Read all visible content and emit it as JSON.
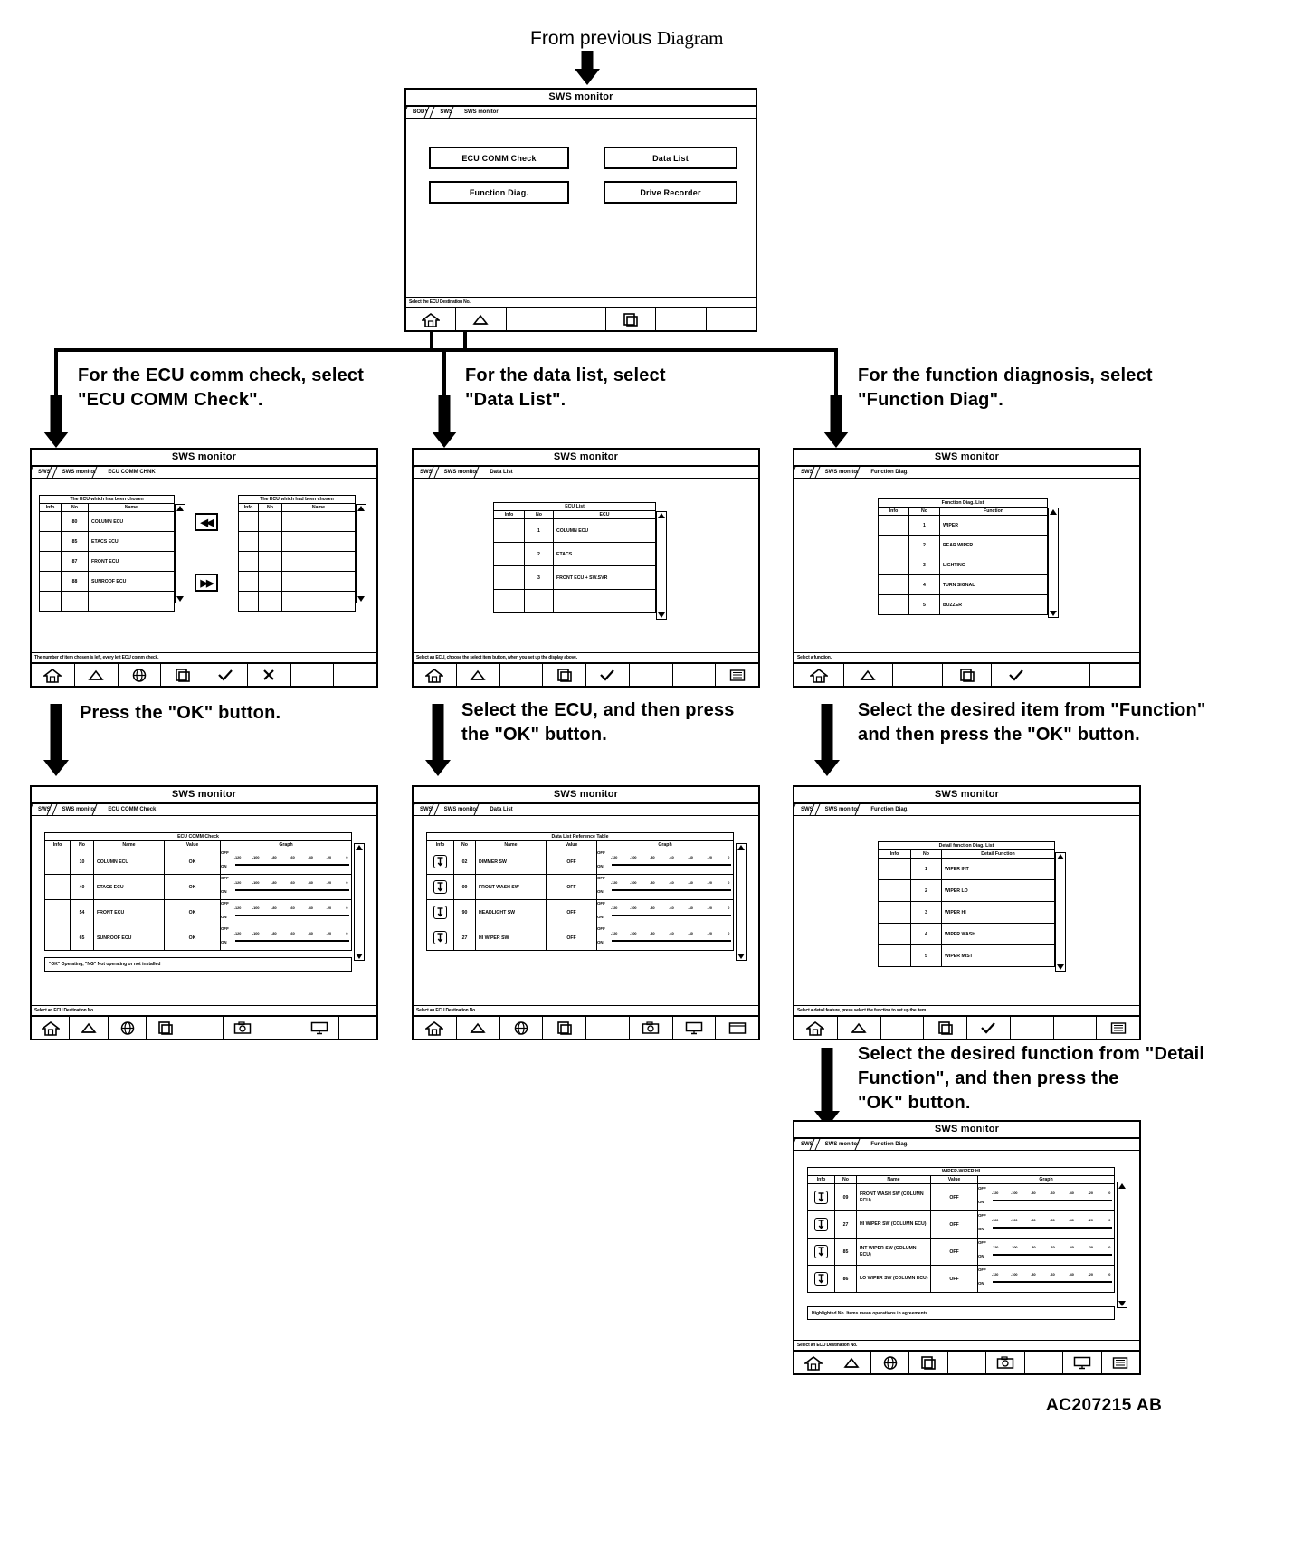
{
  "figure": {
    "top_label_main": "From previous",
    "top_label_tail": "Diagram",
    "code": "AC207215 AB"
  },
  "icons": {
    "home": "home-icon",
    "back": "back-arrow-icon",
    "copy": "copy-icon",
    "globe": "globe-icon",
    "check": "check-icon",
    "cross": "cross-icon",
    "printer": "printer-icon",
    "camera": "camera-icon",
    "monitor": "monitor-icon",
    "window": "window-icon",
    "chart": "chart-icon",
    "info": "info-icon"
  },
  "common": {
    "title": "SWS monitor",
    "crumb_body": "BODY",
    "crumb_sws": "SWS",
    "crumb_monitor": "SWS monitor",
    "col_info": "Info",
    "col_no": "No",
    "col_name": "Name",
    "col_value": "Value",
    "col_graph": "Graph",
    "graph_on": "ON",
    "graph_off": "OFF",
    "graph_ticks": [
      "-120",
      "-100",
      "-80",
      "-60",
      "-40",
      "-20",
      "0"
    ]
  },
  "screens": {
    "menu": {
      "title": "SWS monitor",
      "crumbs": [
        "BODY",
        "SWS",
        "SWS monitor"
      ],
      "buttons": [
        "ECU COMM Check",
        "Data List",
        "Function Diag.",
        "Drive Recorder"
      ],
      "status": "Select the ECU Destination No."
    },
    "ecu_comm_select": {
      "title": "SWS monitor",
      "crumbs": [
        "SWS",
        "SWS monitor",
        "ECU COMM CHNK"
      ],
      "left_caption": "The ECU which has been chosen",
      "right_caption": "The ECU which had been chosen",
      "columns": [
        "Info",
        "No",
        "Name"
      ],
      "left_rows": [
        {
          "info": "",
          "no": "80",
          "name": "COLUMN ECU"
        },
        {
          "info": "",
          "no": "85",
          "name": "ETACS ECU"
        },
        {
          "info": "",
          "no": "87",
          "name": "FRONT ECU"
        },
        {
          "info": "",
          "no": "88",
          "name": "SUNROOF ECU"
        },
        {
          "info": "",
          "no": "",
          "name": ""
        }
      ],
      "right_rows": [
        {
          "info": "",
          "no": "",
          "name": ""
        },
        {
          "info": "",
          "no": "",
          "name": ""
        },
        {
          "info": "",
          "no": "",
          "name": ""
        },
        {
          "info": "",
          "no": "",
          "name": ""
        },
        {
          "info": "",
          "no": "",
          "name": ""
        }
      ],
      "xfer_left": "◀◀",
      "xfer_right": "▶▶",
      "status": "The number of item chosen is left, every left ECU comm check."
    },
    "data_list_select": {
      "title": "SWS monitor",
      "crumbs": [
        "SWS",
        "SWS monitor",
        "Data List"
      ],
      "table_caption": "ECU List",
      "columns": [
        "Info",
        "No",
        "ECU"
      ],
      "rows": [
        {
          "info": "",
          "no": "1",
          "ecu": "COLUMN ECU"
        },
        {
          "info": "",
          "no": "2",
          "ecu": "ETACS"
        },
        {
          "info": "",
          "no": "3",
          "ecu": "FRONT ECU + SW.SVR"
        },
        {
          "info": "",
          "no": "",
          "ecu": ""
        }
      ],
      "status": "Select an ECU, choose the select item button, when you set up the display above."
    },
    "function_diag_select": {
      "title": "SWS monitor",
      "crumbs": [
        "SWS",
        "SWS monitor",
        "Function Diag."
      ],
      "table_caption": "Function Diag. List",
      "columns": [
        "Info",
        "No",
        "Function"
      ],
      "rows": [
        {
          "info": "",
          "no": "1",
          "function": "WIPER"
        },
        {
          "info": "",
          "no": "2",
          "function": "REAR WIPER"
        },
        {
          "info": "",
          "no": "3",
          "function": "LIGHTING"
        },
        {
          "info": "",
          "no": "4",
          "function": "TURN SIGNAL"
        },
        {
          "info": "",
          "no": "5",
          "function": "BUZZER"
        }
      ],
      "status": "Select a function."
    },
    "ecu_comm_result": {
      "title": "SWS monitor",
      "crumbs": [
        "SWS",
        "SWS monitor",
        "ECU COMM Check"
      ],
      "table_caption": "ECU COMM Check",
      "columns": [
        "Info",
        "No",
        "Name",
        "Value",
        "Graph"
      ],
      "rows": [
        {
          "info": "",
          "no": "10",
          "name": "COLUMN ECU",
          "value": "OK"
        },
        {
          "info": "",
          "no": "40",
          "name": "ETACS ECU",
          "value": "OK"
        },
        {
          "info": "",
          "no": "54",
          "name": "FRONT ECU",
          "value": "OK"
        },
        {
          "info": "",
          "no": "65",
          "name": "SUNROOF ECU",
          "value": "OK"
        }
      ],
      "note": "\"OK\" Operating, \"NG\" Not operating or not installed",
      "status": "Select an ECU Destination No."
    },
    "data_list_result": {
      "title": "SWS monitor",
      "crumbs": [
        "SWS",
        "SWS monitor",
        "Data List"
      ],
      "table_caption": "Data List Reference Table",
      "columns": [
        "Info",
        "No",
        "Name",
        "Value",
        "Graph"
      ],
      "rows": [
        {
          "info": "info-icon",
          "no": "02",
          "name": "DIMMER SW",
          "value": "OFF"
        },
        {
          "info": "info-icon",
          "no": "09",
          "name": "FRONT WASH SW",
          "value": "OFF"
        },
        {
          "info": "info-icon",
          "no": "90",
          "name": "HEADLIGHT SW",
          "value": "OFF"
        },
        {
          "info": "info-icon",
          "no": "27",
          "name": "HI WIPER SW",
          "value": "OFF"
        }
      ],
      "status": "Select an ECU Destination No."
    },
    "detail_function": {
      "title": "SWS monitor",
      "crumbs": [
        "SWS",
        "SWS monitor",
        "Function Diag."
      ],
      "table_caption": "Detail function Diag. List",
      "columns": [
        "Info",
        "No",
        "Detail Function"
      ],
      "rows": [
        {
          "info": "",
          "no": "1",
          "function": "WIPER INT"
        },
        {
          "info": "",
          "no": "2",
          "function": "WIPER LO"
        },
        {
          "info": "",
          "no": "3",
          "function": "WIPER HI"
        },
        {
          "info": "",
          "no": "4",
          "function": "WIPER WASH"
        },
        {
          "info": "",
          "no": "5",
          "function": "WIPER MIST"
        }
      ],
      "status": "Select a detail feature, press select the function to set up the item."
    },
    "wiper_result": {
      "title": "SWS monitor",
      "crumbs": [
        "SWS",
        "SWS monitor",
        "Function Diag."
      ],
      "table_caption": "WIPER-WIPER HI",
      "columns": [
        "Info",
        "No",
        "Name",
        "Value",
        "Graph"
      ],
      "rows": [
        {
          "info": "info-icon",
          "no": "09",
          "name": "FRONT WASH SW (COLUMN ECU)",
          "value": "OFF"
        },
        {
          "info": "info-icon",
          "no": "27",
          "name": "HI WIPER SW (COLUMN ECU)",
          "value": "OFF"
        },
        {
          "info": "info-icon",
          "no": "85",
          "name": "INT WIPER SW (COLUMN ECU)",
          "value": "OFF"
        },
        {
          "info": "info-icon",
          "no": "86",
          "name": "LO WIPER SW (COLUMN ECU)",
          "value": "OFF"
        }
      ],
      "note": "Highlighted No. Items mean operations in agreements",
      "status": "Select an ECU Destination No."
    }
  },
  "instructions": {
    "ecu_comm": "For the ECU comm check, select\n\"ECU COMM Check\".",
    "data_list": "For the data list, select\n\"Data List\".",
    "function_diag": "For the function diagnosis, select\n\"Function Diag\".",
    "press_ok": "Press the \"OK\" button.",
    "select_ecu_ok": "Select the ECU, and then press\nthe \"OK\" button.",
    "select_item_ok": "Select the desired item from \"Function\"\nand then press the \"OK\" button.",
    "select_detail_ok": "Select the desired function from \"Detail\nFunction\", and then press the\n\"OK\" button."
  }
}
